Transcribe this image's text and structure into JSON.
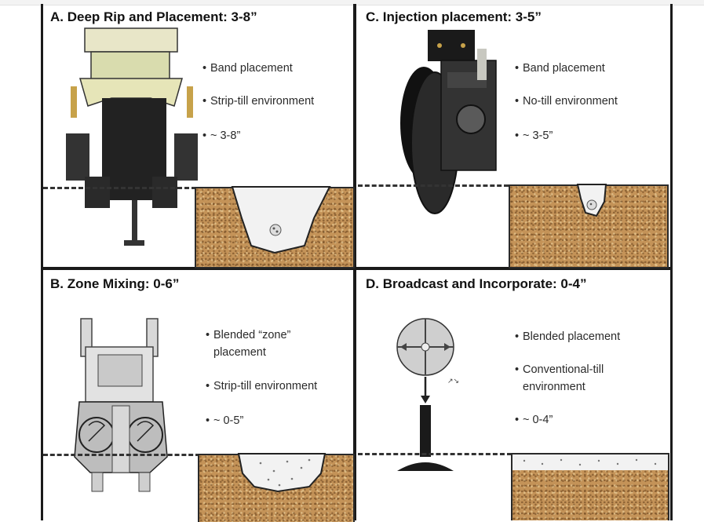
{
  "panels": {
    "a": {
      "title": "A. Deep Rip and Placement: 3-8”",
      "bullets": [
        "Band placement",
        "Strip-till environment",
        "~ 3-8”"
      ]
    },
    "b": {
      "title": "B. Zone Mixing: 0-6”",
      "bullets": [
        "Blended “zone”",
        "placement",
        "Strip-till environment",
        "~ 0-5”"
      ]
    },
    "c": {
      "title": "C. Injection placement: 3-5”",
      "bullets": [
        "Band placement",
        "No-till environment",
        "~ 3-5”"
      ]
    },
    "d": {
      "title": "D. Broadcast and Incorporate: 0-4”",
      "bullets": [
        "Blended placement",
        "Conventional-till",
        "environment",
        "~ 0-4”"
      ]
    }
  },
  "colors": {
    "soil": "#c49358",
    "border": "#1a1a1a",
    "fertilizer_zone": "#f2f2f2"
  },
  "icons": [
    "deep-ripper-shank-icon",
    "coulter-injector-icon",
    "zone-mixing-tillage-icon",
    "broadcast-spreader-icon"
  ]
}
